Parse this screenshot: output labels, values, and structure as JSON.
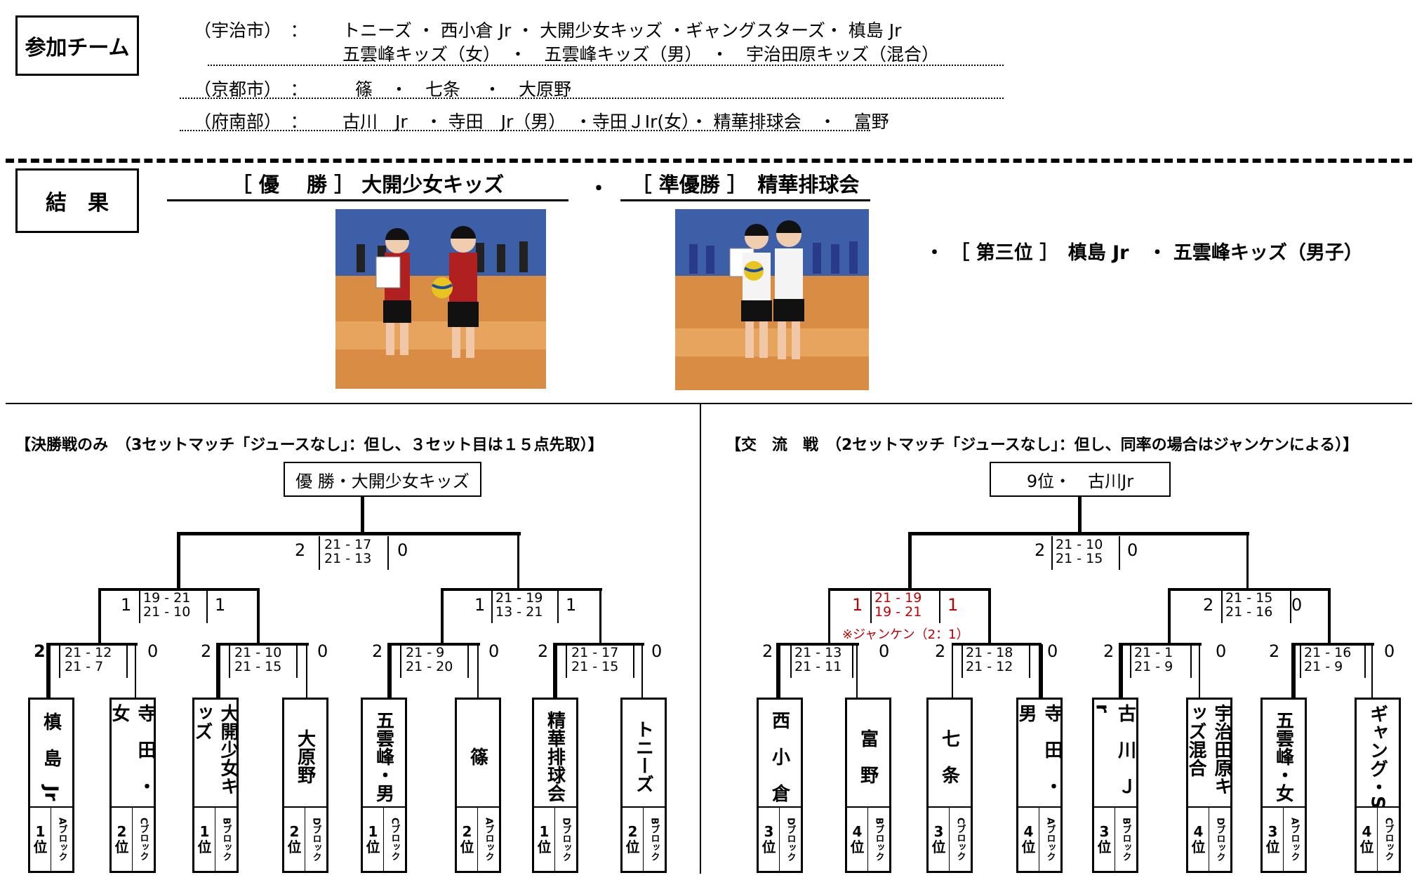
{
  "labels": {
    "teams": "参加チーム",
    "results": "結　果"
  },
  "teams": {
    "uji": {
      "region": "（宇治市）　：",
      "line1": "トニーズ ・ 西小倉 Jr ・ 大開少女キッズ ・ギャングスターズ・ 槙島 Jr",
      "line2": "五雲峰キッズ（女）　・　五雲峰キッズ（男）　・　宇治田原キッズ（混合）"
    },
    "kyoto": {
      "region": "（京都市）　：",
      "line": "篠　・　七条　 ・　大原野"
    },
    "funan": {
      "region": "（府南部）　：",
      "line": "古川　Jr　・ 寺田　Jr（男）　・寺田ＪⅠr(女）・ 精華排球会　・　富野"
    }
  },
  "results": {
    "winner": "［ 優　 勝 ］ 大開少女キッズ",
    "bullet": "・",
    "runner_up": "［ 準優勝 ］　精華排球会",
    "third": "・ ［ 第三位 ］　槙島 Jr　・ 五雲峰キッズ（男子）"
  },
  "left": {
    "heading": "【決勝戦のみ　（3セットマッチ「ジュースなし」：但し、３セット目は１５点先取）】",
    "champion": "優 勝・大開少女キッズ",
    "final": {
      "lw": "2",
      "s1": "21 - 17",
      "s2": "21 - 13",
      "rw": "0"
    },
    "semi1": {
      "lw": "1",
      "s1": "19 - 21",
      "s2": "21 - 10",
      "rw": "1"
    },
    "semi2": {
      "lw": "1",
      "s1": "21 - 19",
      "s2": "13 - 21",
      "rw": "1"
    },
    "q1": {
      "lw": "2",
      "s1": "21 - 12",
      "s2": "21 -  7",
      "rw": "0"
    },
    "q2": {
      "lw": "2",
      "s1": "21 - 10",
      "s2": "21 - 15",
      "rw": "0"
    },
    "q3": {
      "lw": "2",
      "s1": "21 -  9",
      "s2": "21 - 20",
      "rw": "0"
    },
    "q4": {
      "lw": "2",
      "s1": "21 - 17",
      "s2": "21 - 15",
      "rw": "0"
    },
    "teams": [
      {
        "name": "槙　島　Jr",
        "rank": "1",
        "pos": "位",
        "block": "Aブロック"
      },
      {
        "name": "寺　田　・　女",
        "rank": "2",
        "pos": "位",
        "block": "Cブロック"
      },
      {
        "name": "大開少女キッズ",
        "rank": "1",
        "pos": "位",
        "block": "Bブロック"
      },
      {
        "name": "大原野",
        "rank": "2",
        "pos": "位",
        "block": "Dブロック"
      },
      {
        "name": "五雲峰・男",
        "rank": "1",
        "pos": "位",
        "block": "Cブロック"
      },
      {
        "name": "篠",
        "rank": "2",
        "pos": "位",
        "block": "Aブロック"
      },
      {
        "name": "精華排球会",
        "rank": "1",
        "pos": "位",
        "block": "Dブロック"
      },
      {
        "name": "トニーズ",
        "rank": "2",
        "pos": "位",
        "block": "Bブロック"
      }
    ]
  },
  "right": {
    "heading": "【交　流　戦　（2セットマッチ「ジュースなし」：但し、同率の場合はジャンケンによる）】",
    "champion": "9位・　古川Jr",
    "final": {
      "lw": "2",
      "s1": "21 - 10",
      "s2": "21 - 15",
      "rw": "0"
    },
    "semi1": {
      "lw": "1",
      "s1": "21 - 19",
      "s2": "19 - 21",
      "rw": "1",
      "note": "※ジャンケン（2：1）"
    },
    "semi2": {
      "lw": "2",
      "s1": "21 - 15",
      "s2": "21 - 16",
      "rw": "0"
    },
    "q1": {
      "lw": "2",
      "s1": "21 - 13",
      "s2": "21 - 11",
      "rw": "0"
    },
    "q2": {
      "lw": "2",
      "s1": "21 - 18",
      "s2": "21 - 12",
      "rw": "0"
    },
    "q3": {
      "lw": "2",
      "s1": "21 -  1",
      "s2": "21 -  9",
      "rw": "0"
    },
    "q4": {
      "lw": "2",
      "s1": "21 - 16",
      "s2": "21 -  9",
      "rw": "0"
    },
    "teams": [
      {
        "name": "西　小　倉",
        "rank": "3",
        "pos": "位",
        "block": "Dブロック"
      },
      {
        "name": "富　野",
        "rank": "4",
        "pos": "位",
        "block": "Bブロック"
      },
      {
        "name": "七　条",
        "rank": "3",
        "pos": "位",
        "block": "Cブロック"
      },
      {
        "name": "寺　田　・　男",
        "rank": "4",
        "pos": "位",
        "block": "Aブロック"
      },
      {
        "name": "古　川　Ｊ　r",
        "rank": "3",
        "pos": "位",
        "block": "Bブロック"
      },
      {
        "name": "宇治田原キッズ混合",
        "rank": "4",
        "pos": "位",
        "block": "Dブロック"
      },
      {
        "name": "五雲峰・女",
        "rank": "3",
        "pos": "位",
        "block": "Aブロック"
      },
      {
        "name": "ギャング・S",
        "rank": "4",
        "pos": "位",
        "block": "Cブロック"
      }
    ]
  }
}
